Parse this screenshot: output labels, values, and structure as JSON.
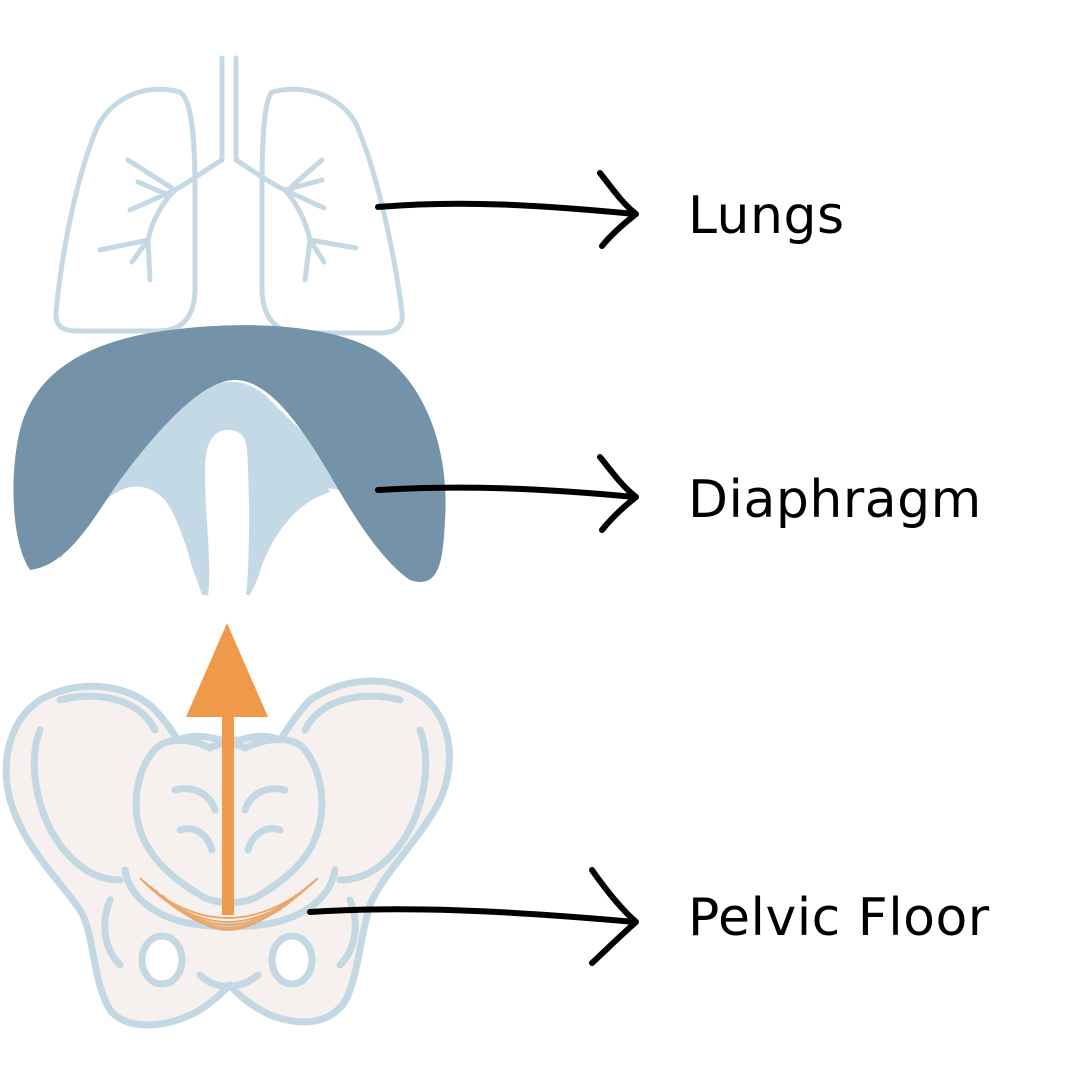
{
  "labels": {
    "lungs": "Lungs",
    "diaphragm": "Diaphragm",
    "pelvic_floor": "Pelvic Floor"
  },
  "colors": {
    "outline_light_blue": "#C5D9E4",
    "diaphragm_dark": "#7493A8",
    "diaphragm_light": "#C3D9E5",
    "pelvis_fill": "#F6F1EE",
    "pelvis_outline": "#C4D8E4",
    "arrow_orange": "#F0994A",
    "muscle_orange": "#E9A86A",
    "pointer_black": "#000000",
    "text": "#000000"
  },
  "icons": [
    "lungs-icon",
    "diaphragm-icon",
    "pelvis-icon",
    "upward-arrow-icon",
    "pointer-arrow-icon"
  ]
}
